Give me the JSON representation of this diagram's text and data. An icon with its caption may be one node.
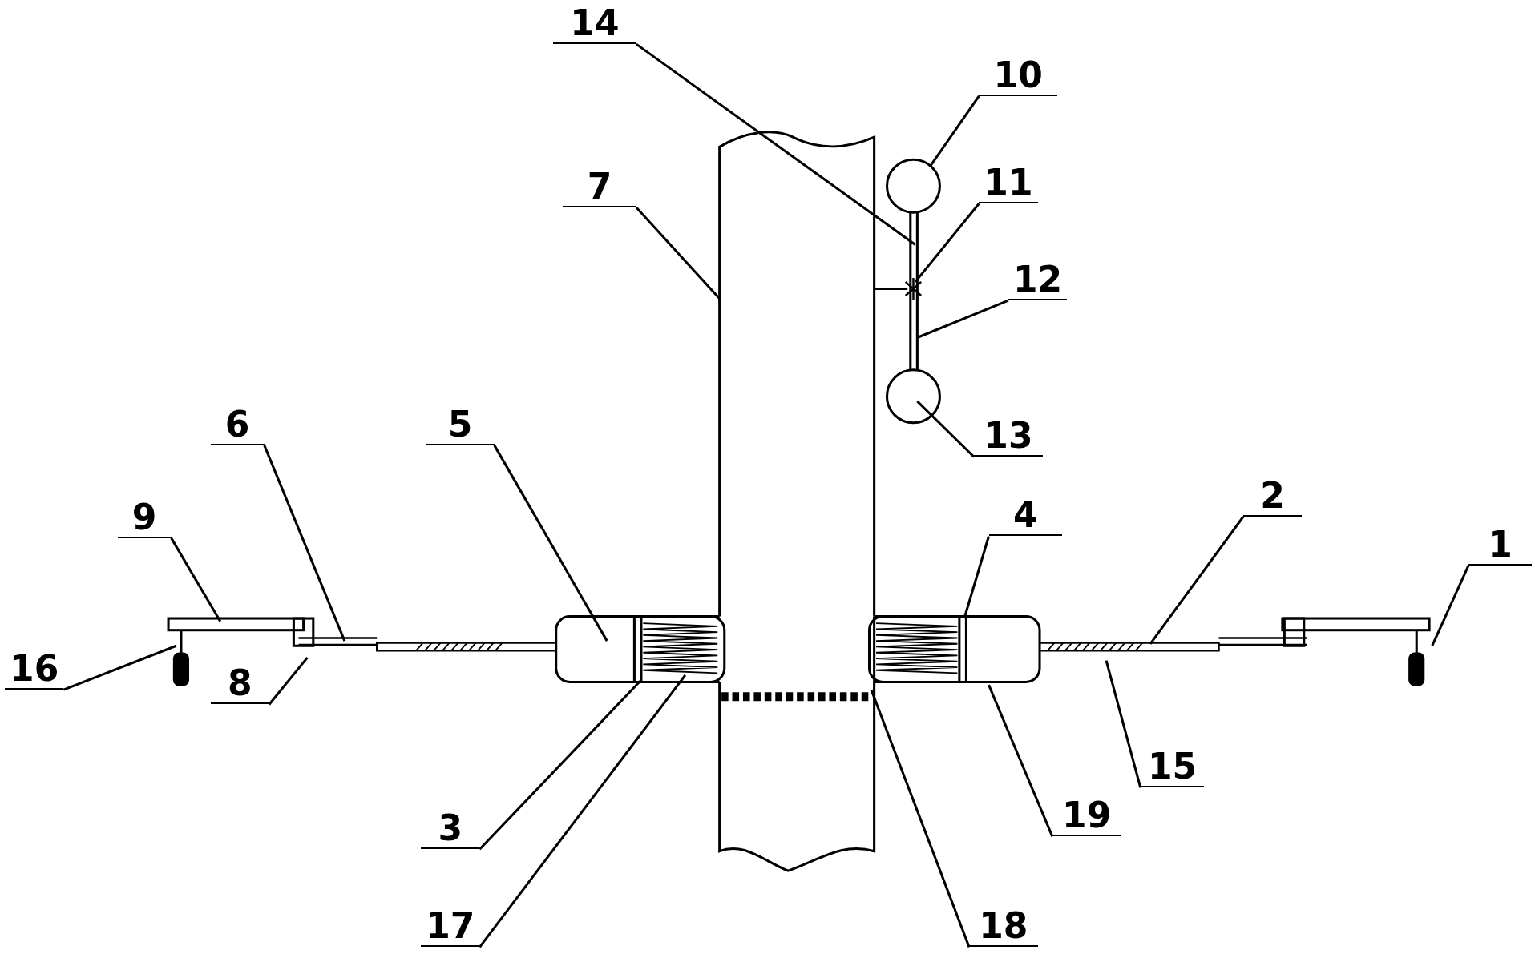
{
  "diagram": {
    "nodes": [
      {
        "text": [
          "14"
        ]
      },
      {
        "text": [
          "10"
        ]
      },
      {
        "text": [
          "11"
        ]
      },
      {
        "text": [
          "7"
        ]
      },
      {
        "text": [
          "12"
        ]
      },
      {
        "text": [
          "13"
        ]
      },
      {
        "text": [
          "6"
        ]
      },
      {
        "text": [
          "5"
        ]
      },
      {
        "text": [
          "4"
        ]
      },
      {
        "text": [
          "9"
        ]
      },
      {
        "text": [
          "2"
        ]
      },
      {
        "text": [
          "1"
        ]
      },
      {
        "text": [
          "16"
        ]
      },
      {
        "text": [
          "8"
        ]
      },
      {
        "text": [
          "15"
        ]
      },
      {
        "text": [
          "19"
        ]
      },
      {
        "text": [
          "3"
        ]
      },
      {
        "text": [
          "17"
        ]
      },
      {
        "text": [
          "18"
        ]
      }
    ],
    "edges": [
      {
        "from": 0,
        "to": null,
        "arrow": "none"
      },
      {
        "from": 1,
        "to": null,
        "arrow": "none"
      },
      {
        "from": 2,
        "to": null,
        "arrow": "none"
      },
      {
        "from": 3,
        "to": null,
        "arrow": "none"
      },
      {
        "from": 4,
        "to": null,
        "arrow": "none"
      },
      {
        "from": 5,
        "to": null,
        "arrow": "none"
      },
      {
        "from": 6,
        "to": null,
        "arrow": "none"
      },
      {
        "from": 7,
        "to": null,
        "arrow": "none"
      },
      {
        "from": 8,
        "to": null,
        "arrow": "none"
      },
      {
        "from": 9,
        "to": null,
        "arrow": "none"
      },
      {
        "from": 10,
        "to": null,
        "arrow": "none"
      },
      {
        "from": 11,
        "to": null,
        "arrow": "none"
      },
      {
        "from": 12,
        "to": null,
        "arrow": "none"
      },
      {
        "from": 13,
        "to": null,
        "arrow": "none"
      },
      {
        "from": 14,
        "to": null,
        "arrow": "none"
      },
      {
        "from": 15,
        "to": null,
        "arrow": "none"
      },
      {
        "from": 16,
        "to": null,
        "arrow": "none"
      },
      {
        "from": 17,
        "to": null,
        "arrow": "none"
      },
      {
        "from": 18,
        "to": null,
        "arrow": "none"
      }
    ]
  }
}
